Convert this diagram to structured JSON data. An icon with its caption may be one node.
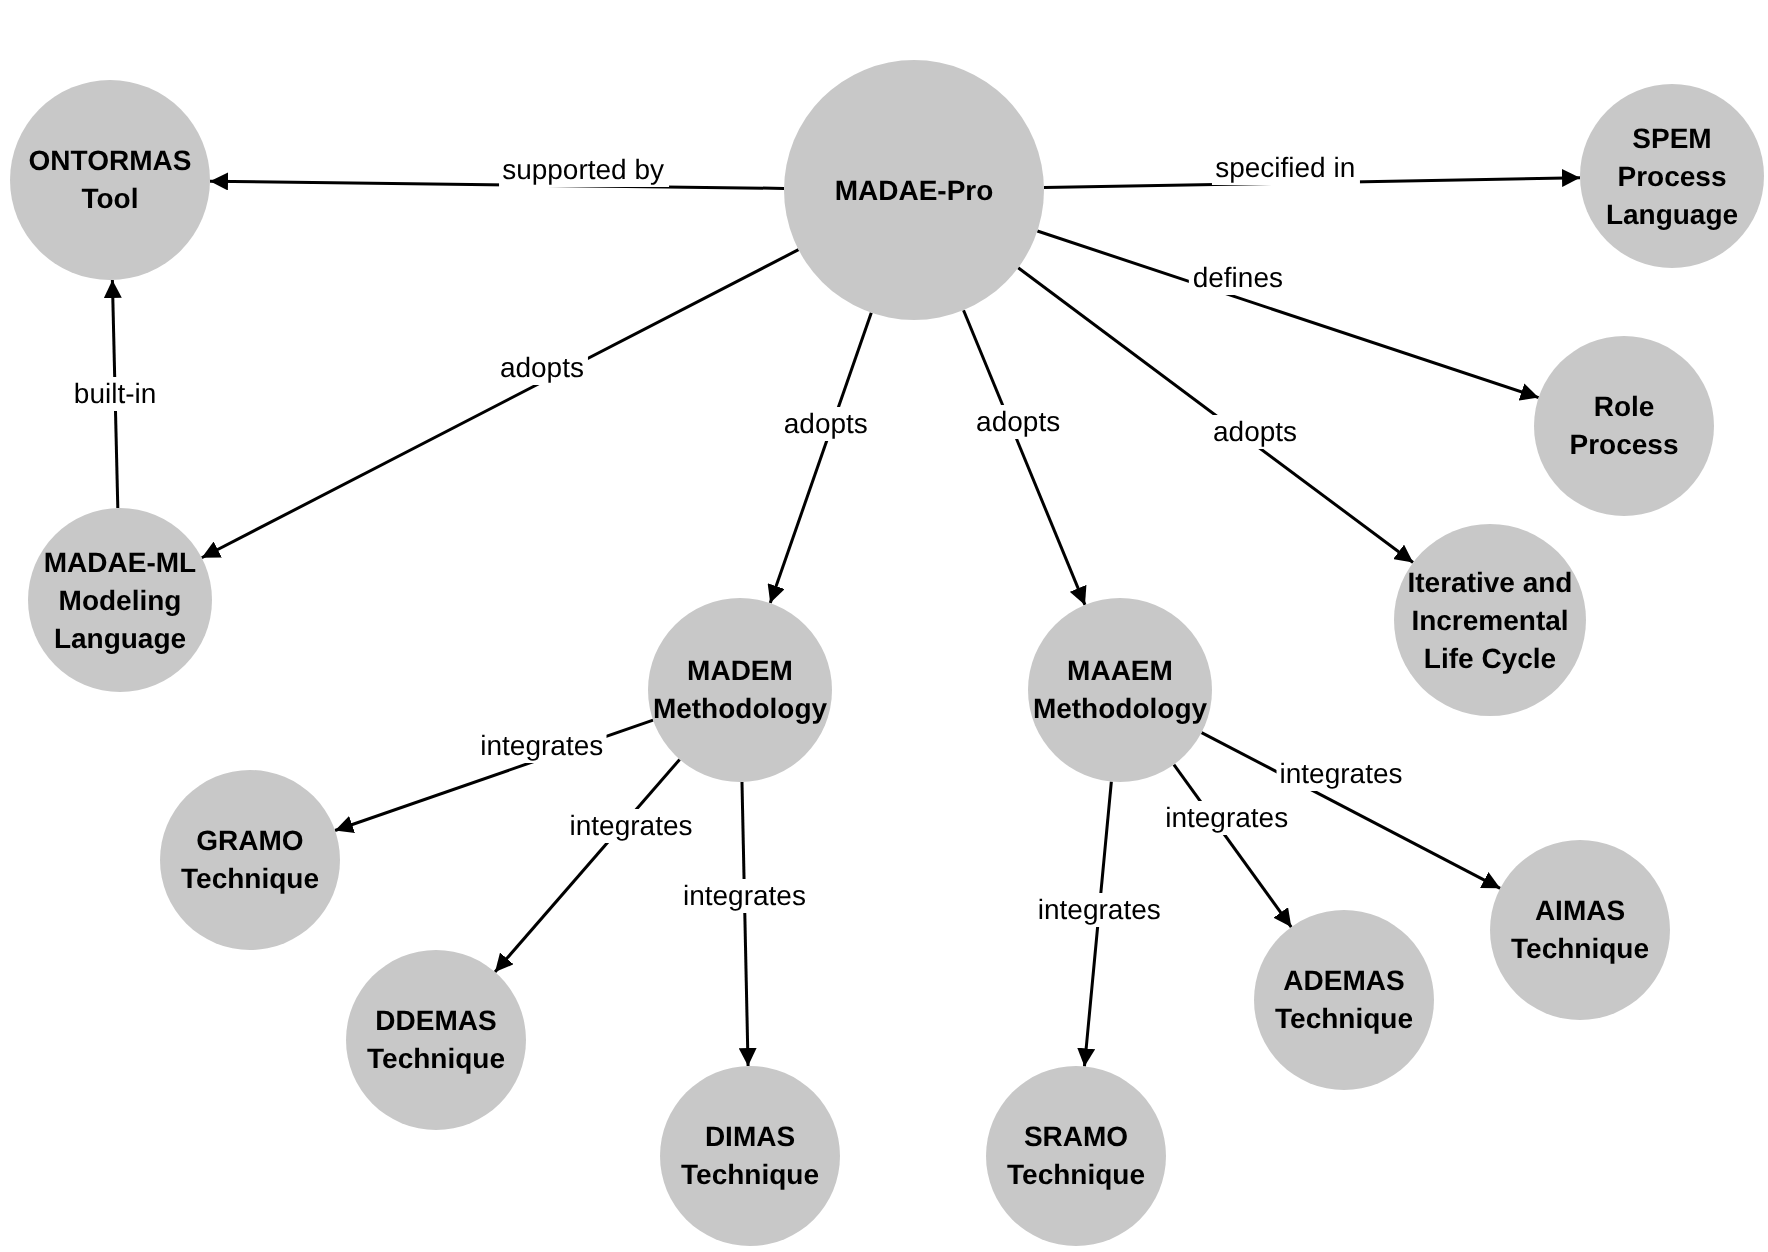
{
  "diagram": {
    "nodes": [
      {
        "text": [
          "MADAE-Pro"
        ]
      },
      {
        "text": [
          "ONTORMAS Tool"
        ]
      },
      {
        "text": [
          "SPEM Process Language"
        ]
      },
      {
        "text": [
          "Role Process"
        ]
      },
      {
        "text": [
          "MADAE-ML Modeling Language"
        ]
      },
      {
        "text": [
          "MADEM Methodology"
        ]
      },
      {
        "text": [
          "MAAEM Methodology"
        ]
      },
      {
        "text": [
          "Iterative and Incremental Life Cycle"
        ]
      },
      {
        "text": [
          "GRAMO Technique"
        ]
      },
      {
        "text": [
          "DDEMAS Technique"
        ]
      },
      {
        "text": [
          "DIMAS Technique"
        ]
      },
      {
        "text": [
          "SRAMO Technique"
        ]
      },
      {
        "text": [
          "ADEMAS Technique"
        ]
      },
      {
        "text": [
          "AIMAS Technique"
        ]
      }
    ],
    "edges": [
      {
        "from": 0,
        "to": 1,
        "arrow": "to",
        "label": "supported by"
      },
      {
        "from": 0,
        "to": 2,
        "arrow": "to",
        "label": "specified in"
      },
      {
        "from": 0,
        "to": 3,
        "arrow": "to",
        "label": "defines"
      },
      {
        "from": 0,
        "to": 4,
        "arrow": "to",
        "label": "adopts"
      },
      {
        "from": 0,
        "to": 5,
        "arrow": "to",
        "label": "adopts"
      },
      {
        "from": 0,
        "to": 6,
        "arrow": "to",
        "label": "adopts"
      },
      {
        "from": 0,
        "to": 7,
        "arrow": "to",
        "label": "adopts"
      },
      {
        "from": 4,
        "to": 1,
        "arrow": "to",
        "label": "built-in"
      },
      {
        "from": 5,
        "to": 8,
        "arrow": "to",
        "label": "integrates"
      },
      {
        "from": 5,
        "to": 9,
        "arrow": "to",
        "label": "integrates"
      },
      {
        "from": 5,
        "to": 10,
        "arrow": "to",
        "label": "integrates"
      },
      {
        "from": 6,
        "to": 11,
        "arrow": "to",
        "label": "integrates"
      },
      {
        "from": 6,
        "to": 12,
        "arrow": "to",
        "label": "integrates"
      },
      {
        "from": 6,
        "to": 13,
        "arrow": "to",
        "label": "integrates"
      }
    ]
  }
}
